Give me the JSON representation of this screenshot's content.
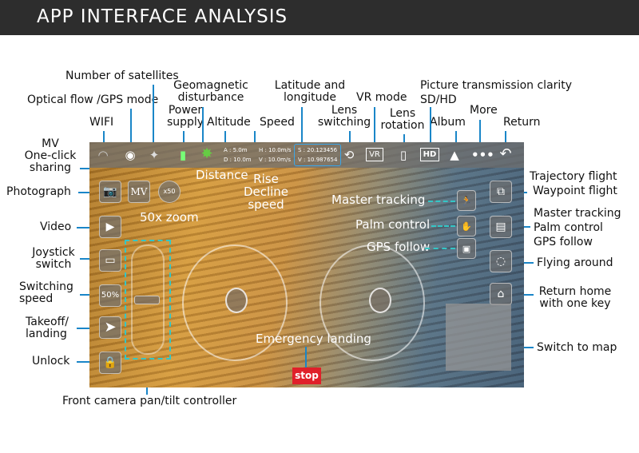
{
  "title": "APP INTERFACE ANALYSIS",
  "top": {
    "satellites": "Number of satellites",
    "optical": "Optical flow /GPS mode",
    "wifi": "WIFI",
    "geo1": "Geomagnetic",
    "geo2": "disturbance",
    "power1": "Power",
    "power2": "supply",
    "altitude": "Altitude",
    "speed": "Speed",
    "lat1": "Latitude and",
    "lat2": "longitude",
    "lens1": "Lens",
    "lens2": "switching",
    "vr": "VR mode",
    "rot1": "Lens",
    "rot2": "rotation",
    "clarity": "Picture transmission clarity",
    "sdhd": "SD/HD",
    "album": "Album",
    "more": "More",
    "return": "Return"
  },
  "left": {
    "mv1": "MV",
    "mv2": "One-click",
    "mv3": "sharing",
    "photo": "Photograph",
    "video": "Video",
    "joy1": "Joystick",
    "joy2": "switch",
    "sw1": "Switching",
    "sw2": "speed",
    "tk1": "Takeoff/",
    "tk2": "landing",
    "unlock": "Unlock"
  },
  "bottom": {
    "gimbal": "Front camera pan/tilt controller"
  },
  "right": {
    "traj": "Trajectory flight",
    "waypoint": "Waypoint flight",
    "master": "Master tracking",
    "palm": "Palm control",
    "gps": "GPS follow",
    "around": "Flying around",
    "rh1": "Return home",
    "rh2": "with one key",
    "map": "Switch to map"
  },
  "screen": {
    "distance": "Distance",
    "rise1": "Rise",
    "rise2": "Decline",
    "rise3": "speed",
    "zoom": "50x zoom",
    "master": "Master tracking",
    "palm": "Palm control",
    "gps": "GPS follow",
    "emergency": "Emergency landing",
    "stop": "stop",
    "alt": "A : 5.0m",
    "dist": "D : 10.0m",
    "hspeed": "H : 10.0m/s",
    "vspeed": "V : 10.0m/s",
    "lat": "S : 20.123456",
    "lon": "V : 10.987654",
    "mv": "MV",
    "speed_pct": "50%",
    "zoom_icon": "x50",
    "hd": "HD",
    "vr": "VR"
  }
}
